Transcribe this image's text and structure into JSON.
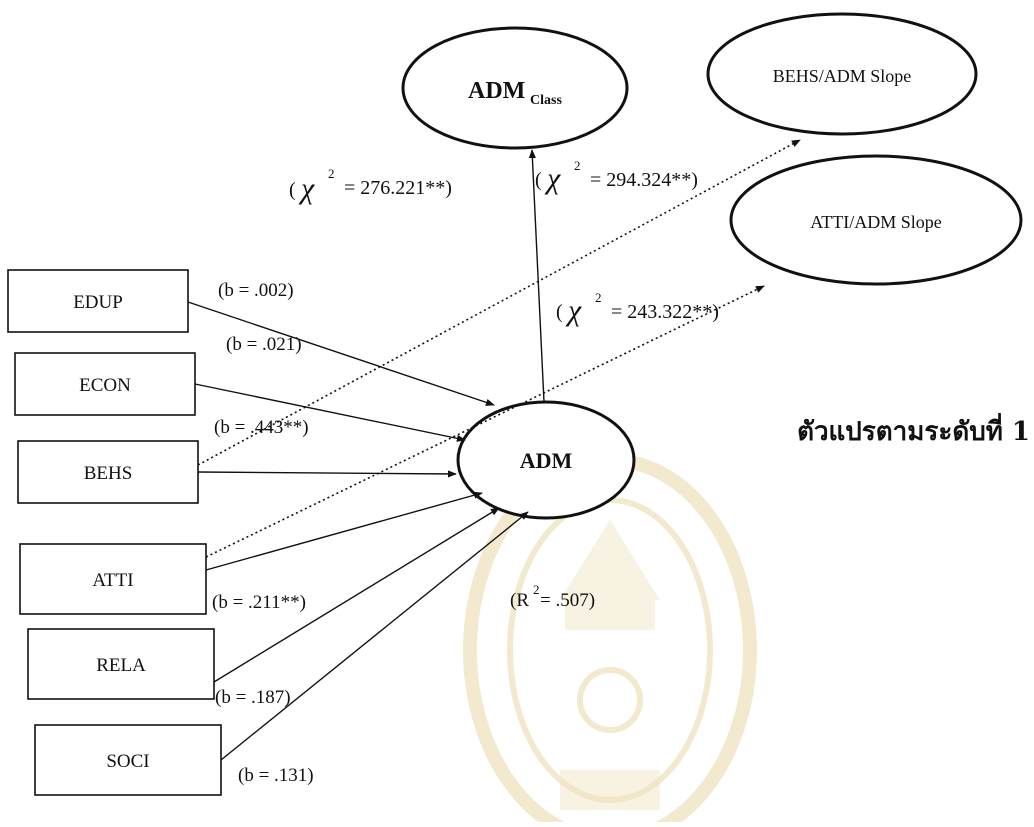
{
  "diagram": {
    "predictors": [
      "EDUP",
      "ECON",
      "BEHS",
      "ATTI",
      "RELA",
      "SOCI"
    ],
    "outcome": "ADM",
    "class_node": {
      "main": "ADM",
      "sub": "Class"
    },
    "slope_nodes": [
      "BEHS/ADM Slope",
      "ATTI/ADM Slope"
    ],
    "coefficients": {
      "edup": "(b = .002)",
      "econ": "(b = .021)",
      "behs": "(b = .443**)",
      "atti": "(b = .211**)",
      "rela": "(b = .187)",
      "soci": "(b = .131)"
    },
    "chi_square": {
      "symbol": "χ",
      "power": "2",
      "class_value": "= 276.221**)",
      "behs_slope_value": "= 294.324**)",
      "atti_slope_value": "= 243.322**)",
      "open_paren": "("
    },
    "r_squared": {
      "open": "(R",
      "power": "2",
      "value": " = .507)"
    },
    "level_label": "ตัวแปรตามระดับที่ 1"
  }
}
